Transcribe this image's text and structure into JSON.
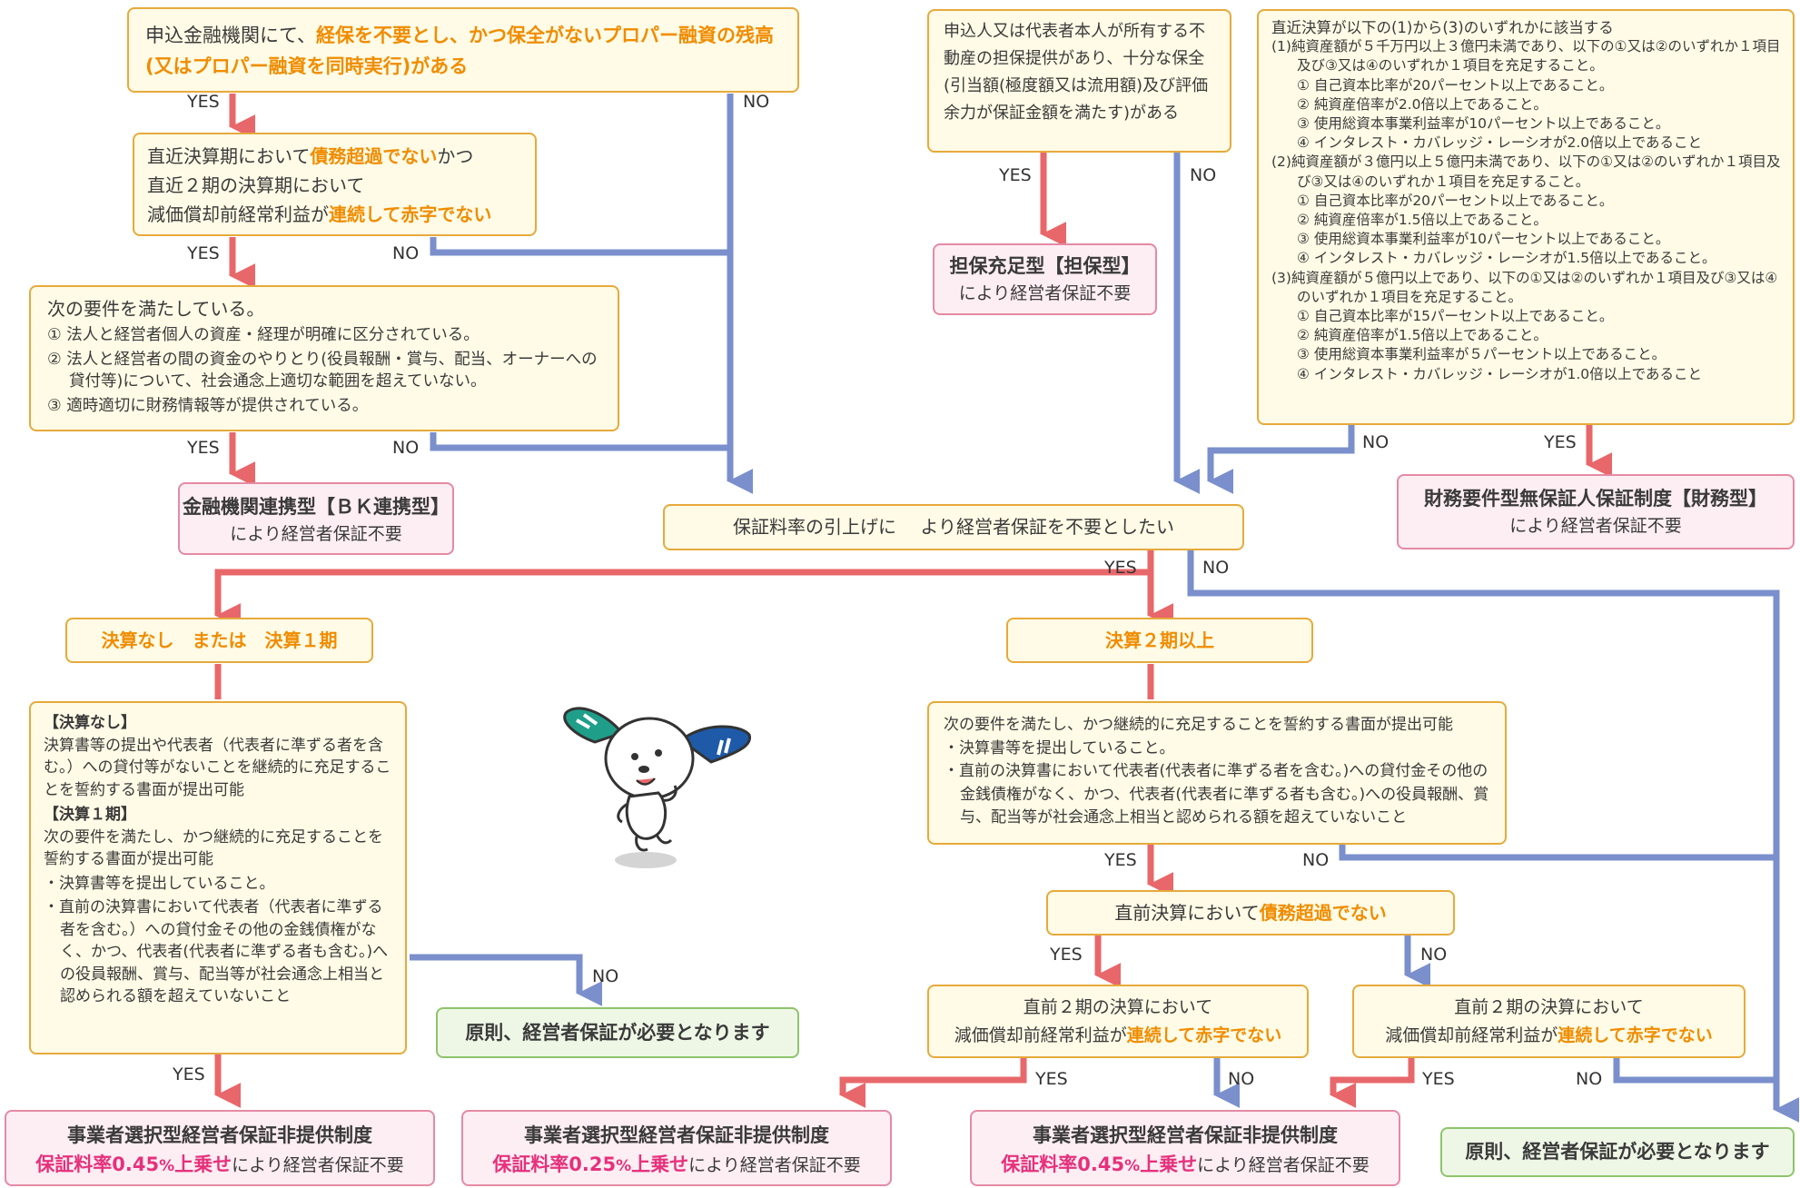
{
  "colors": {
    "yes_line": "#e8676a",
    "no_line": "#7a8fcc",
    "box_border": "#e6aa3c",
    "box_fill": "#fffbe6",
    "result_border": "#e58aa4",
    "result_fill": "#fdeef3",
    "accent_orange": "#f08c00",
    "accent_pink": "#e6317c",
    "green_border": "#8dc46a"
  },
  "labels": {
    "yes": "YES",
    "no": "NO"
  },
  "q1": {
    "pre": "申込金融機関にて、",
    "hl": "経保を不要とし、かつ保全がないプロパー融資の残高",
    "hl2": "(又はプロパー融資を同時実行)がある"
  },
  "q2": {
    "line1_pre": "直近決算期において",
    "line1_hl": "債務超過でない",
    "line1_post": "かつ",
    "line2": "直近２期の決算期において",
    "line3_pre": "減価償却前経常利益が",
    "line3_hl": "連続して赤字でない"
  },
  "q3": {
    "title": "次の要件を満たしている。",
    "items": [
      "① 法人と経営者個人の資産・経理が明確に区分されている。",
      "② 法人と経営者の間の資金のやりとり(役員報酬・賞与、配当、オーナーへの貸付等)について、社会通念上適切な範囲を超えていない。",
      "③ 適時適切に財務情報等が提供されている。"
    ]
  },
  "bk_result": {
    "title": "金融機関連携型【ＢＫ連携型】",
    "sub": "により経営者保証不要"
  },
  "q_collateral": {
    "text": "申込人又は代表者本人が所有する不動産の担保提供があり、十分な保全(引当額(極度額又は流用額)及び評価余力が保証金額を満たす)がある"
  },
  "collateral_result": {
    "title": "担保充足型【担保型】",
    "sub": "により経営者保証不要"
  },
  "q_financial": {
    "title": "直近決算が以下の(1)から(3)のいずれかに該当する",
    "groups": [
      {
        "head": "(1)純資産額が５千万円以上３億円未満であり、以下の①又は②のいずれか１項目及び③又は④のいずれか１項目を充足すること。",
        "items": [
          "① 自己資本比率が20パーセント以上であること。",
          "② 純資産倍率が2.0倍以上であること。",
          "③ 使用総資本事業利益率が10パーセント以上であること。",
          "④ インタレスト・カバレッジ・レーシオが2.0倍以上であること"
        ]
      },
      {
        "head": "(2)純資産額が３億円以上５億円未満であり、以下の①又は②のいずれか１項目及び③又は④のいずれか１項目を充足すること。",
        "items": [
          "① 自己資本比率が20パーセント以上であること。",
          "② 純資産倍率が1.5倍以上であること。",
          "③ 使用総資本事業利益率が10パーセント以上であること。",
          "④ インタレスト・カバレッジ・レーシオが1.5倍以上であること。"
        ]
      },
      {
        "head": "(3)純資産額が５億円以上であり、以下の①又は②のいずれか１項目及び③又は④のいずれか１項目を充足すること。",
        "items": [
          "① 自己資本比率が15パーセント以上であること。",
          "② 純資産倍率が1.5倍以上であること。",
          "③ 使用総資本事業利益率が５パーセント以上であること。",
          "④ インタレスト・カバレッジ・レーシオが1.0倍以上であること"
        ]
      }
    ]
  },
  "financial_result": {
    "title": "財務要件型無保証人保証制度【財務型】",
    "sub": "により経営者保証不要"
  },
  "fee_question": {
    "text": "保証料率の引上げに　 より経営者保証を不要としたい"
  },
  "branch_left": {
    "text": "決算なし　または　決算１期"
  },
  "branch_right": {
    "text": "決算２期以上"
  },
  "left_req": {
    "h1": "【決算なし】",
    "p1": "決算書等の提出や代表者（代表者に準ずる者を含む。）への貸付等がないことを継続的に充足することを誓約する書面が提出可能",
    "h2": "【決算１期】",
    "p2": "次の要件を満たし、かつ継続的に充足することを誓約する書面が提出可能",
    "b1": "・決算書等を提出していること。",
    "b2": "・直前の決算書において代表者（代表者に準ずる者を含む。）への貸付金その他の金銭債権がなく、かつ、代表者(代表者に準ずる者も含む。)への役員報酬、賞与、配当等が社会通念上相当と認められる額を超えていないこと"
  },
  "right_req": {
    "intro": "次の要件を満たし、かつ継続的に充足することを誓約する書面が提出可能",
    "b1": "・決算書等を提出していること。",
    "b2": "・直前の決算書において代表者(代表者に準ずる者を含む。)への貸付金その他の金銭債権がなく、かつ、代表者(代表者に準ずる者も含む。)への役員報酬、賞与、配当等が社会通念上相当と認められる額を超えていないこと"
  },
  "q_insolvent": {
    "pre": "直前決算において",
    "hl": "債務超過でない"
  },
  "q_profit": {
    "line1": "直前２期の決算において",
    "line2_pre": "減価償却前経常利益が",
    "line2_hl": "連続して赤字でない"
  },
  "required_msg": "原則、経営者保証が必要となります",
  "results_bottom": [
    {
      "title": "事業者選択型経営者保証非提供制度",
      "rate_a": "保証料率0.45",
      "rate_pct": "%",
      "rate_b": "上乗せ",
      "tail": "により経営者保証不要"
    },
    {
      "title": "事業者選択型経営者保証非提供制度",
      "rate_a": "保証料率0.25",
      "rate_pct": "%",
      "rate_b": "上乗せ",
      "tail": "により経営者保証不要"
    },
    {
      "title": "事業者選択型経営者保証非提供制度",
      "rate_a": "保証料率0.45",
      "rate_pct": "%",
      "rate_b": "上乗せ",
      "tail": "により経営者保証不要"
    }
  ]
}
